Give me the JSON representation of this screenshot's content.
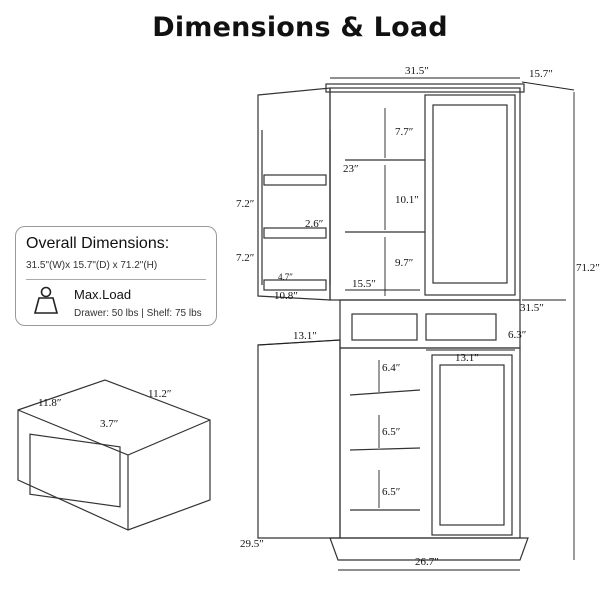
{
  "title": "Dimensions & Load",
  "overall": {
    "heading": "Overall Dimensions:",
    "dims": "31.5\"(W)x 15.7\"(D) x 71.2\"(H)",
    "load_heading": "Max.Load",
    "load_detail": "Drawer: 50 lbs  | Shelf: 75 lbs"
  },
  "labels": {
    "top_width": "31.5″",
    "top_depth": "15.7″",
    "height": "71.2″",
    "shelf_gap_top": "7.7″",
    "side_depth": "23″",
    "shelf_mid": "10.1″",
    "shelf_low": "9.7″",
    "inner_depth": "15.5″",
    "door_rack_a": "7.2″",
    "door_rack_b": "7.2″",
    "rack_gap": "2.6″",
    "rack_depth": "4.7″",
    "rack_width": "10.8″",
    "mid_width": "31.5″",
    "drawer_h": "6.3″",
    "door_left": "13.1″",
    "door_right": "13.1″",
    "pull_a": "6.4″",
    "pull_b": "6.5″",
    "pull_c": "6.5″",
    "base_depth": "29.5″",
    "base_width": "26.7″",
    "drawer_d": "11.8″",
    "drawer_w": "11.2″",
    "drawer_h2": "3.7″"
  }
}
